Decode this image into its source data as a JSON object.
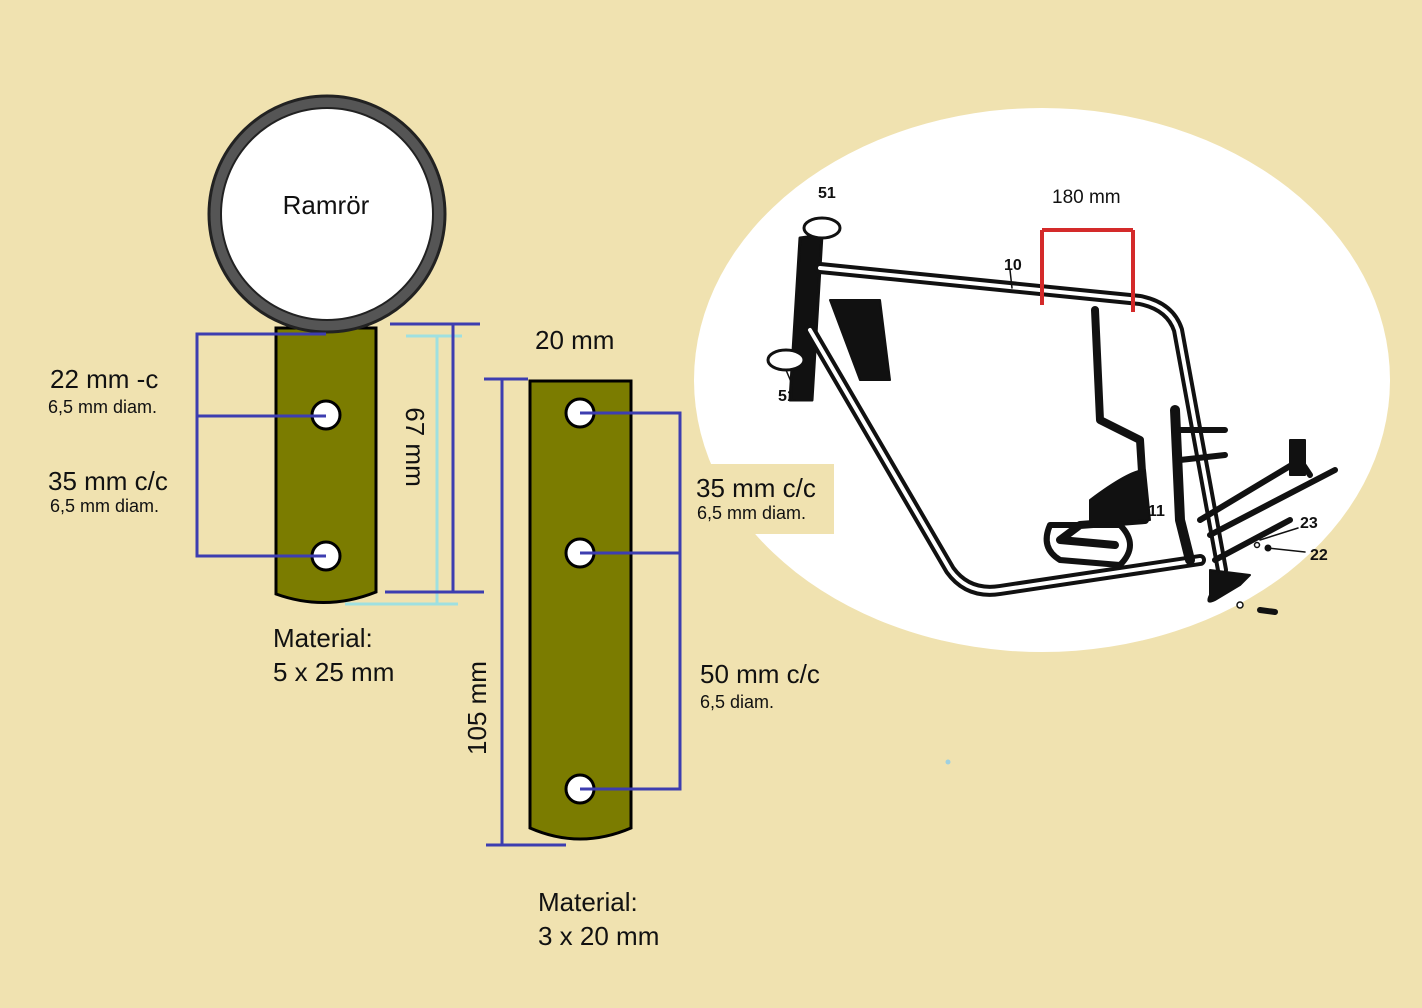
{
  "diagram": {
    "tube_label": "Ramrör",
    "bracket1": {
      "upper_spacing": "22 mm -c",
      "upper_hole": "6,5 mm diam.",
      "lower_spacing": "35 mm c/c",
      "lower_hole": "6,5 mm diam.",
      "length": "67 mm",
      "material_title": "Material:",
      "material_size": "5 x 25 mm"
    },
    "bracket2": {
      "width": "20 mm",
      "upper_spacing": "35 mm c/c",
      "upper_hole": "6,5 mm diam.",
      "lower_spacing": "50 mm c/c",
      "lower_hole": "6,5 diam.",
      "length": "105 mm",
      "material_title": "Material:",
      "material_size": "3 x 20 mm"
    },
    "frame": {
      "dimension": "180 mm",
      "part_labels": [
        "51",
        "51",
        "10",
        "11",
        "23",
        "22"
      ]
    },
    "colors": {
      "background": "#f0e2b0",
      "bracket_fill": "#7b7c00",
      "dimension_line": "#3d3db0",
      "light_dimension": "#9fe0e0",
      "frame_marker": "#d42a2a",
      "tube_ring": "#555555"
    }
  }
}
